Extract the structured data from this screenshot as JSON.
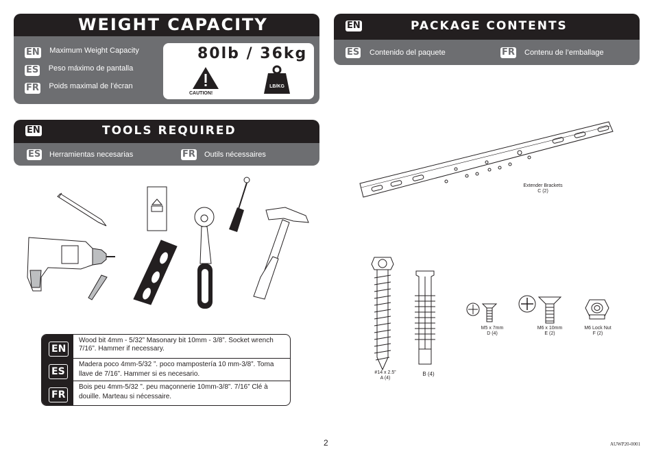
{
  "weight": {
    "title": "WEIGHT CAPACITY",
    "rows": [
      {
        "lang": "EN",
        "text": "Maximum Weight Capacity"
      },
      {
        "lang": "ES",
        "text": "Peso máximo de pantalla"
      },
      {
        "lang": "FR",
        "text": "Poids maximal de l’écran"
      }
    ],
    "value": "80lb / 36kg",
    "caution": "CAUTION!",
    "unit": "LB/KG"
  },
  "tools": {
    "badge": "EN",
    "title": "TOOLS REQUIRED",
    "es_badge": "ES",
    "es_text": "Herramientas necesarias",
    "fr_badge": "FR",
    "fr_text": "Outils nécessaires"
  },
  "package": {
    "badge": "EN",
    "title": "PACKAGE CONTENTS",
    "es_badge": "ES",
    "es_text": "Contenido del paquete",
    "fr_badge": "FR",
    "fr_text": "Contenu de l’emballage"
  },
  "table": [
    {
      "lang": "EN",
      "text": "Wood bit 4mm - 5/32”  Masonary bit 10mm - 3/8”.  Socket wrench 7/16”.  Hammer if necessary."
    },
    {
      "lang": "ES",
      "text": "Madera poco 4mm-5/32 ”. poco mampostería 10 mm-3/8”. Toma llave de 7/16”. Hammer si es necesario."
    },
    {
      "lang": "FR",
      "text": "Bois peu 4mm-5/32 ”. peu maçonnerie 10mm-3/8”. 7/16” Clé à douille. Marteau si nécessaire."
    }
  ],
  "parts": {
    "bracket_name": "Extender Brackets",
    "bracket_qty": "C (2)",
    "screw_name": "#14 x 2.5”",
    "screw_qty": "A (4)",
    "anchor_qty": "B (4)",
    "m5_name": "M5 x 7mm",
    "m5_qty": "D (4)",
    "m6_name": "M6 x 10mm",
    "m6_qty": "E (2)",
    "nut_name": "M6 Lock Nut",
    "nut_qty": "F (2)"
  },
  "footer": {
    "page": "2",
    "code": "AUWP20-0001"
  }
}
